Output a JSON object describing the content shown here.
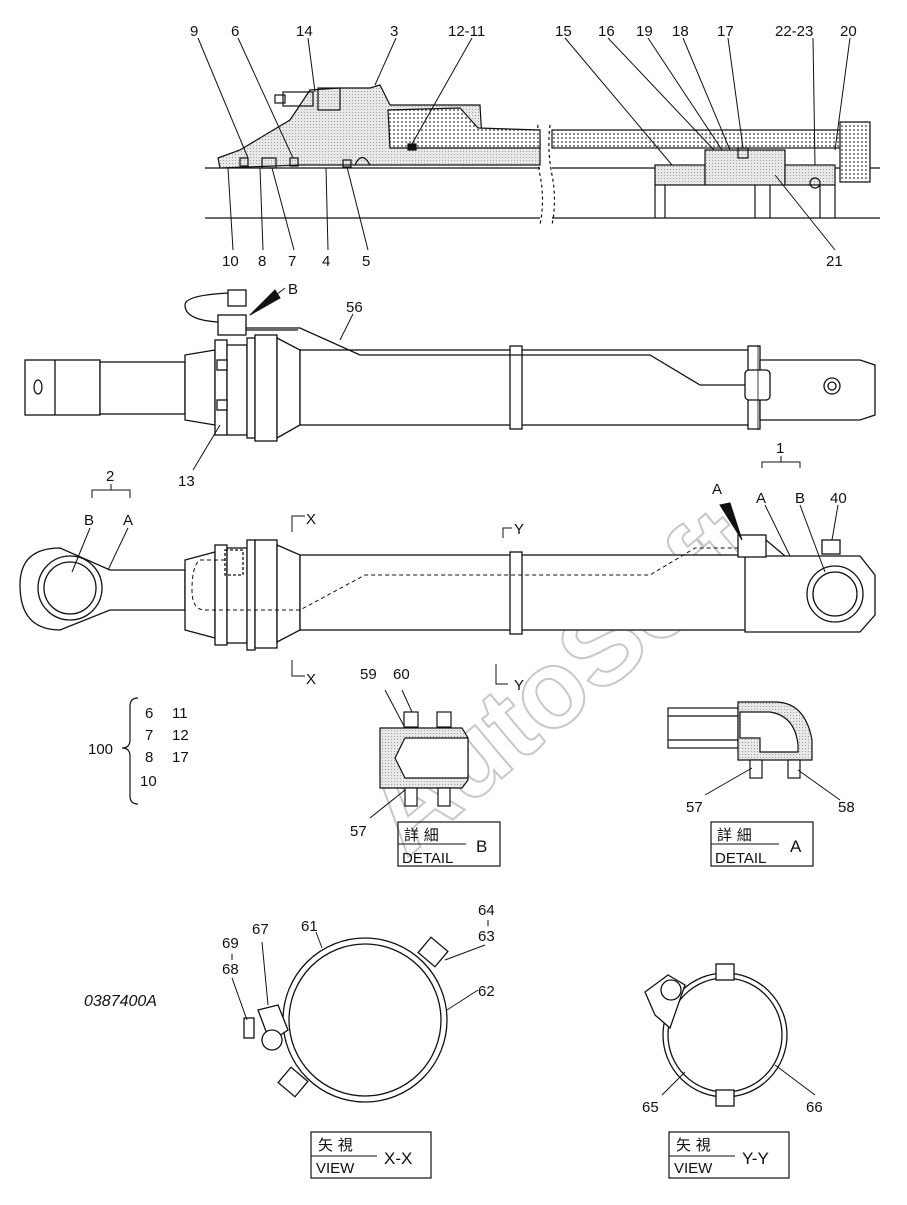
{
  "drawing_number": "0387400A",
  "watermark": "AutoSoft",
  "section_labels": [
    "X",
    "X",
    "Y",
    "Y"
  ],
  "group_bracket": {
    "number": "100",
    "col1": [
      "6",
      "7",
      "8",
      "10"
    ],
    "col2": [
      "11",
      "12",
      "17"
    ]
  },
  "detail_b": {
    "jp": "詳 細",
    "en": "DETAIL",
    "letter": "B"
  },
  "detail_a": {
    "jp": "詳 細",
    "en": "DETAIL",
    "letter": "A"
  },
  "view_xx": {
    "jp": "矢 視",
    "en": "VIEW",
    "letter": "X-X"
  },
  "view_yy": {
    "jp": "矢 視",
    "en": "VIEW",
    "letter": "Y-Y"
  },
  "callouts": {
    "c9": "9",
    "c6": "6",
    "c14": "14",
    "c3": "3",
    "c12_11": "12-11",
    "c15": "15",
    "c16": "16",
    "c19": "19",
    "c18": "18",
    "c17": "17",
    "c22_23": "22-23",
    "c20": "20",
    "c10": "10",
    "c8": "8",
    "c7": "7",
    "c4": "4",
    "c5": "5",
    "c21": "21",
    "cB_top": "B",
    "c56": "56",
    "c13": "13",
    "c2": "2",
    "c2B": "B",
    "c2A": "A",
    "c1": "1",
    "c1A": "A",
    "c1B": "B",
    "cA_top": "A",
    "c40": "40",
    "c59": "59",
    "c60": "60",
    "c57b": "57",
    "c57a": "57",
    "c58": "58",
    "c61": "61",
    "c67": "67",
    "c69": "69",
    "c68": "68",
    "c64": "64",
    "c63": "63",
    "c62": "62",
    "c65": "65",
    "c66": "66"
  }
}
